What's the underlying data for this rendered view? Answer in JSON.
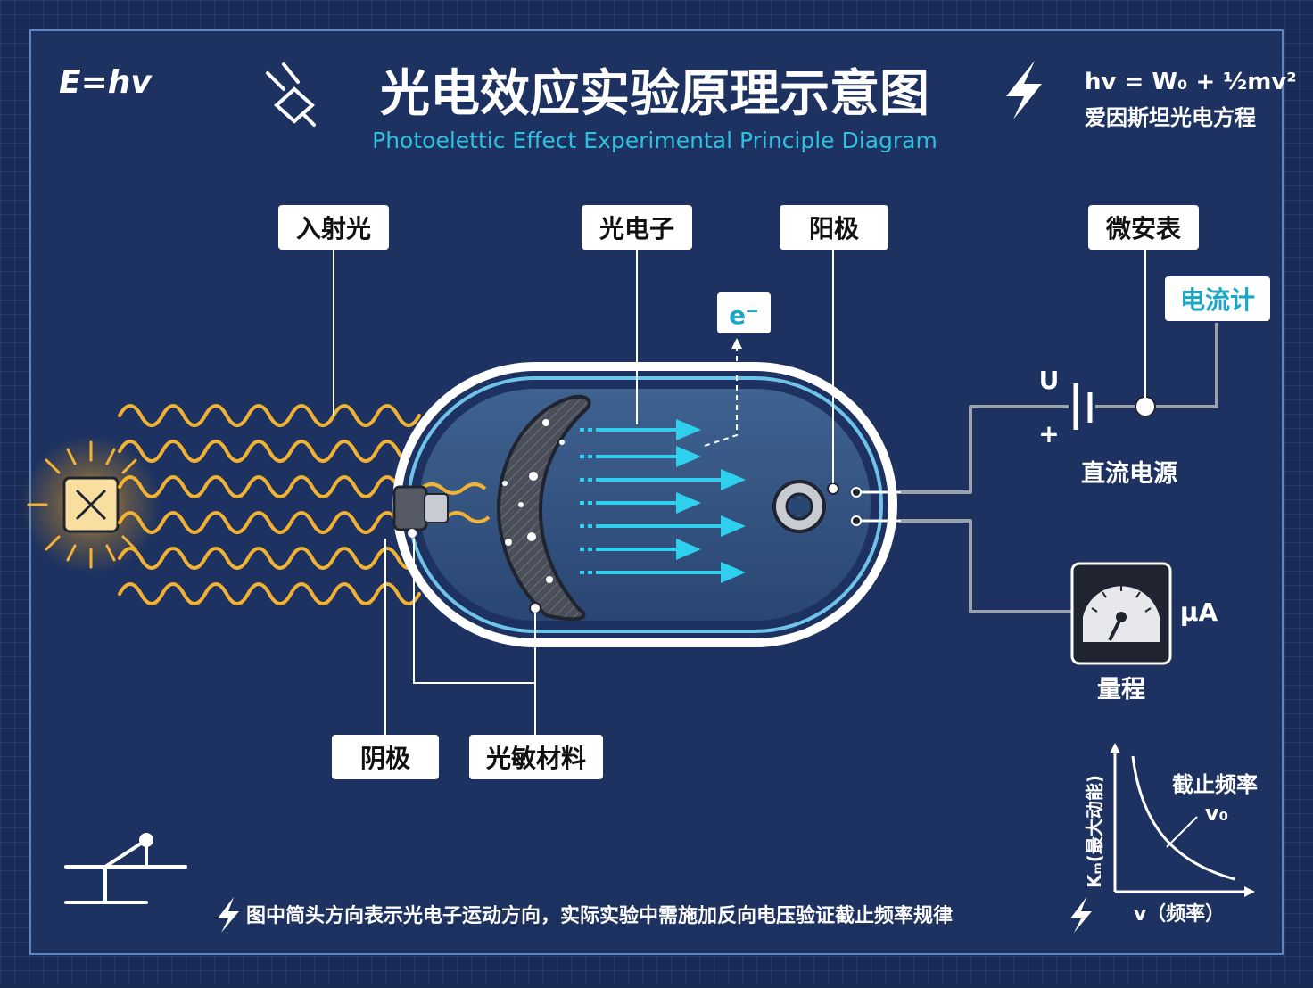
{
  "header": {
    "formula_left": "E=hv",
    "title": "光电效应实验原理示意图",
    "subtitle": "Photoelettic Effect Experimental Principle Diagram",
    "einstein_formula": "hv = W₀ + ½mv²",
    "einstein_caption": "爱因斯坦光电方程"
  },
  "labels": {
    "incident_light": "入射光",
    "photoelectron": "光电子",
    "anode": "阳极",
    "microammeter": "微安表",
    "ammeter": "电流计",
    "electron_symbol": "e⁻",
    "voltage": "U",
    "plus": "+",
    "dc_source": "直流电源",
    "unit_ua": "μA",
    "range": "量程",
    "cathode": "阴极",
    "photosensitive": "光敏材料"
  },
  "graph": {
    "ylabel": "Kₘ(最大动能)",
    "xlabel": "v（频率）",
    "cutoff_label": "截止频率",
    "cutoff_symbol": "v₀"
  },
  "footer": {
    "note": "图中简头方向表示光电子运动方向，实际实验中需施加反向电压验证截止频率规律"
  },
  "colors": {
    "background": "#1a2c55",
    "grid": "#3a5a92",
    "light_wave": "#f2b233",
    "electron_arrow": "#2fd0ee",
    "accent_cyan": "#1aa7c4",
    "white": "#ffffff"
  },
  "icons": [
    "plug-icon",
    "lightning-icon",
    "light-source-icon",
    "ammeter-gauge-icon",
    "circuit-symbol-icon"
  ]
}
